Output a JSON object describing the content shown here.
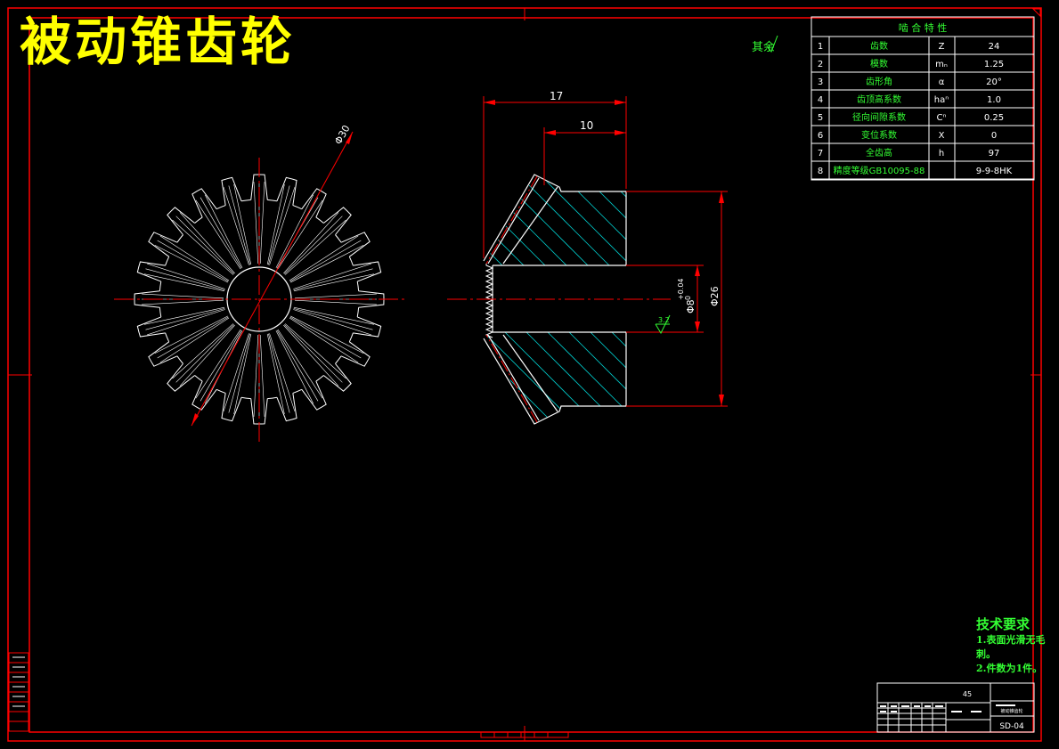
{
  "drawing": {
    "title": "被动锥齿轮",
    "rest_roughness": "其余",
    "dimensions": {
      "outer_dia": "Φ30",
      "length_total": "17",
      "length_hub": "10",
      "bore_dia": "Φ8",
      "bore_tol_upper": "+0.04",
      "bore_tol_lower": "0",
      "hub_dia": "Φ26",
      "roughness": "3.2"
    }
  },
  "mesh_table": {
    "title": "啮 合 特 性",
    "rows": [
      {
        "no": "1",
        "name": "齿数",
        "sym": "Z",
        "val": "24"
      },
      {
        "no": "2",
        "name": "模数",
        "sym": "mₙ",
        "val": "1.25"
      },
      {
        "no": "3",
        "name": "齿形角",
        "sym": "α",
        "val": "20°"
      },
      {
        "no": "4",
        "name": "齿顶高系数",
        "sym": "haⁿ",
        "val": "1.0"
      },
      {
        "no": "5",
        "name": "径向间隙系数",
        "sym": "Cⁿ",
        "val": "0.25"
      },
      {
        "no": "6",
        "name": "变位系数",
        "sym": "X",
        "val": "0"
      },
      {
        "no": "7",
        "name": "全齿高",
        "sym": "h",
        "val": "97"
      },
      {
        "no": "8",
        "name": "精度等级GB10095-88",
        "sym": "",
        "val": "9-9-8HK"
      }
    ]
  },
  "tech_req": {
    "heading": "技术要求",
    "items": [
      "1.表面光滑无毛刺。",
      "2.件数为1件。"
    ]
  },
  "title_block": {
    "material": "45",
    "drawing_no": "SD-04",
    "part_note": "被动锥齿轮"
  },
  "colors": {
    "frame": "#ff0000",
    "outline": "#ffffff",
    "hatch": "#00ffff",
    "text_green": "#33ff33",
    "title_yellow": "#ffff00"
  }
}
